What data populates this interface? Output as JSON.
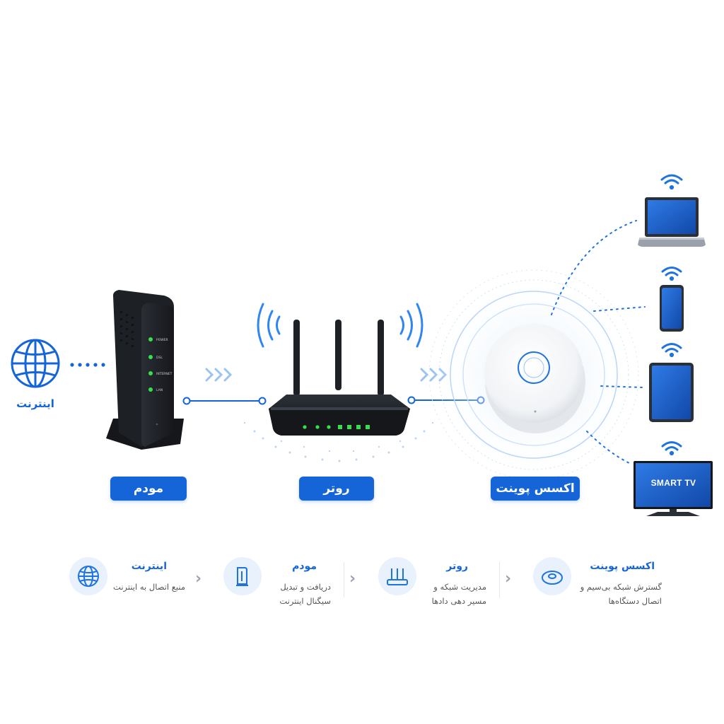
{
  "diagram": {
    "internet_label": "اینترنت",
    "labels": {
      "modem": "مودم",
      "router": "روتر",
      "access_point": "اکسس پوینت"
    },
    "modem_leds": [
      "POWER",
      "DSL",
      "INTERNET",
      "LAN"
    ],
    "tv_brand": "SMART TV",
    "devices": [
      "laptop",
      "smartphone",
      "tablet",
      "smart-tv"
    ],
    "icons": [
      "globe-icon",
      "wifi-icon",
      "chevron-right-icon"
    ],
    "colors": {
      "accent": "#1565d8",
      "light_accent": "#e8f1fc",
      "device_dark": "#1a1d22",
      "led_green": "#35e04a"
    }
  },
  "legend": {
    "items": [
      {
        "title": "اینترنت",
        "desc": [
          "منبع اتصال به اینترنت"
        ]
      },
      {
        "title": "مودم",
        "desc": [
          "دریافت و تبدیل",
          "سیگنال اینترنت"
        ]
      },
      {
        "title": "روتر",
        "desc": [
          "مدیریت شبکه و",
          "مسیر دهی دادها"
        ]
      },
      {
        "title": "اکسس پوینت",
        "desc": [
          "گسترش شبکه بی‌سیم و",
          "اتصال دستگاه‌ها"
        ]
      }
    ],
    "separator": "›"
  }
}
